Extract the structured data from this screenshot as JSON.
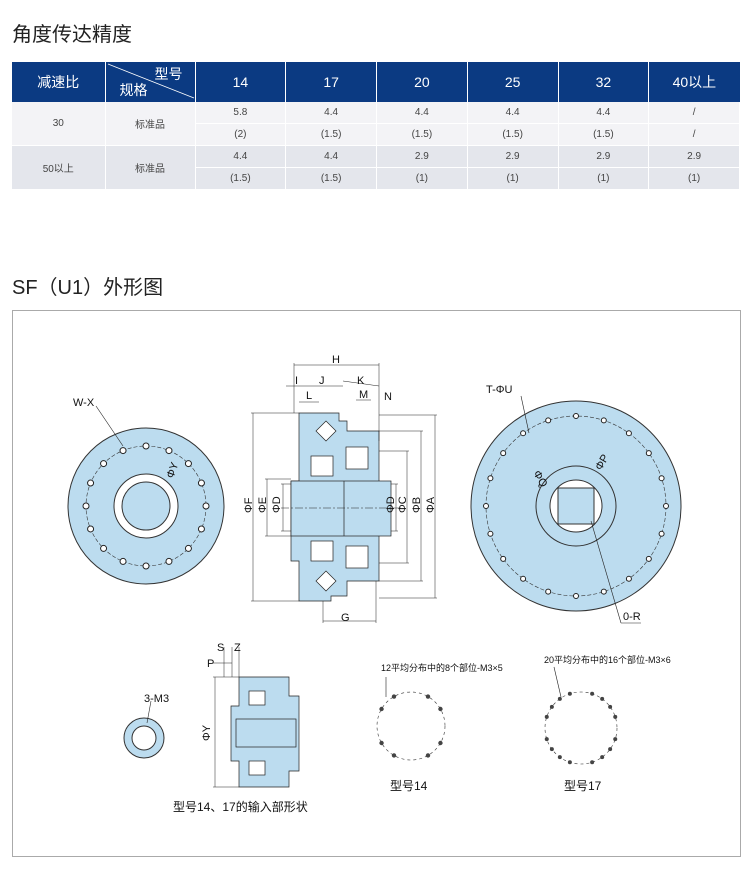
{
  "section1": {
    "title": "角度传达精度"
  },
  "table": {
    "corner": {
      "top": "型号",
      "bottom": "规格"
    },
    "ratio_header": "减速比",
    "models": [
      "14",
      "17",
      "20",
      "25",
      "32",
      "40以上"
    ],
    "rows": [
      {
        "ratio": "30",
        "spec": "标准品",
        "values": [
          "5.8",
          "4.4",
          "4.4",
          "4.4",
          "4.4",
          "/"
        ],
        "sub": [
          "(2)",
          "(1.5)",
          "(1.5)",
          "(1.5)",
          "(1.5)",
          "/"
        ]
      },
      {
        "ratio": "50以上",
        "spec": "标准品",
        "values": [
          "4.4",
          "4.4",
          "2.9",
          "2.9",
          "2.9",
          "2.9"
        ],
        "sub": [
          "(1.5)",
          "(1.5)",
          "(1)",
          "(1)",
          "(1)",
          "(1)"
        ]
      }
    ]
  },
  "section2": {
    "title": "SF（U1）外形图"
  },
  "diagram": {
    "labels": {
      "wx": "W-X",
      "phiY": "ΦY",
      "H": "H",
      "I": "I",
      "J": "J",
      "K": "K",
      "L": "L",
      "M": "M",
      "N": "N",
      "phiF": "ΦF",
      "phiE": "ΦE",
      "phiD": "ΦD",
      "phiD2": "ΦD",
      "phiC": "ΦC",
      "phiB": "ΦB",
      "phiA": "ΦA",
      "G": "G",
      "tphiU": "T-ΦU",
      "phiQ": "ΦQ",
      "phiP": "ΦP",
      "R": "0-R",
      "S": "S",
      "Z": "Z",
      "P": "P",
      "phiY2": "ΦY",
      "m3": "3-M3"
    },
    "caption_input": "型号14、17的输入部形状",
    "note14": "12平均分布中的8个部位-M3×5",
    "model14": "型号14",
    "note17": "20平均分布中的16个部位-M3×6",
    "model17": "型号17"
  }
}
